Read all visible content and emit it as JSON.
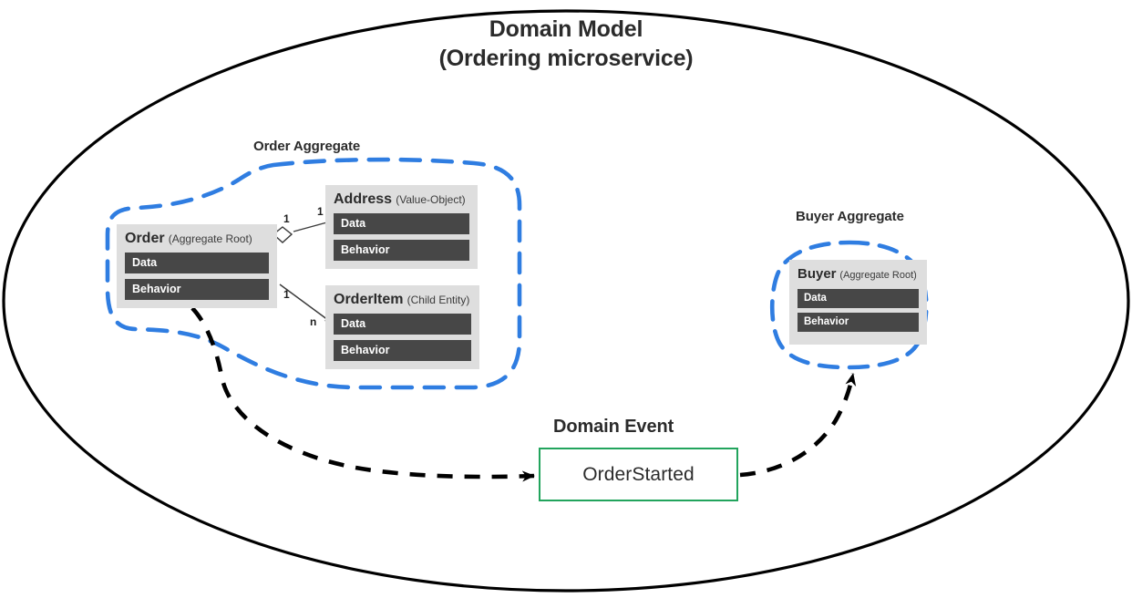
{
  "diagram": {
    "title_line1": "Domain Model",
    "title_line2": "(Ordering microservice)",
    "boundary_shape": "ellipse",
    "colors": {
      "aggregate_boundary": "#2f7de1",
      "domain_event_border": "#22a45d",
      "card_background": "#dedede",
      "card_row_background": "#474747",
      "outline": "#000000",
      "text": "#2b2b2b"
    }
  },
  "order_aggregate": {
    "label": "Order Aggregate",
    "entities": [
      {
        "name": "Order",
        "stereotype": "(Aggregate Root)",
        "rows": [
          "Data",
          "Behavior"
        ]
      },
      {
        "name": "Address",
        "stereotype": "(Value-Object)",
        "rows": [
          "Data",
          "Behavior"
        ]
      },
      {
        "name": "OrderItem",
        "stereotype": "(Child Entity)",
        "rows": [
          "Data",
          "Behavior"
        ]
      }
    ],
    "relations": [
      {
        "from": "Order",
        "to": "Address",
        "from_multiplicity": "1",
        "to_multiplicity": "1",
        "source_decoration": "aggregation-diamond"
      },
      {
        "from": "Order",
        "to": "OrderItem",
        "from_multiplicity": "1",
        "to_multiplicity": "n",
        "source_decoration": "none"
      }
    ]
  },
  "buyer_aggregate": {
    "label": "Buyer Aggregate",
    "entities": [
      {
        "name": "Buyer",
        "stereotype": "(Aggregate Root)",
        "rows": [
          "Data",
          "Behavior"
        ]
      }
    ]
  },
  "domain_event": {
    "label": "Domain Event",
    "name": "OrderStarted",
    "incoming_from": "Order Aggregate",
    "outgoing_to": "Buyer Aggregate"
  }
}
